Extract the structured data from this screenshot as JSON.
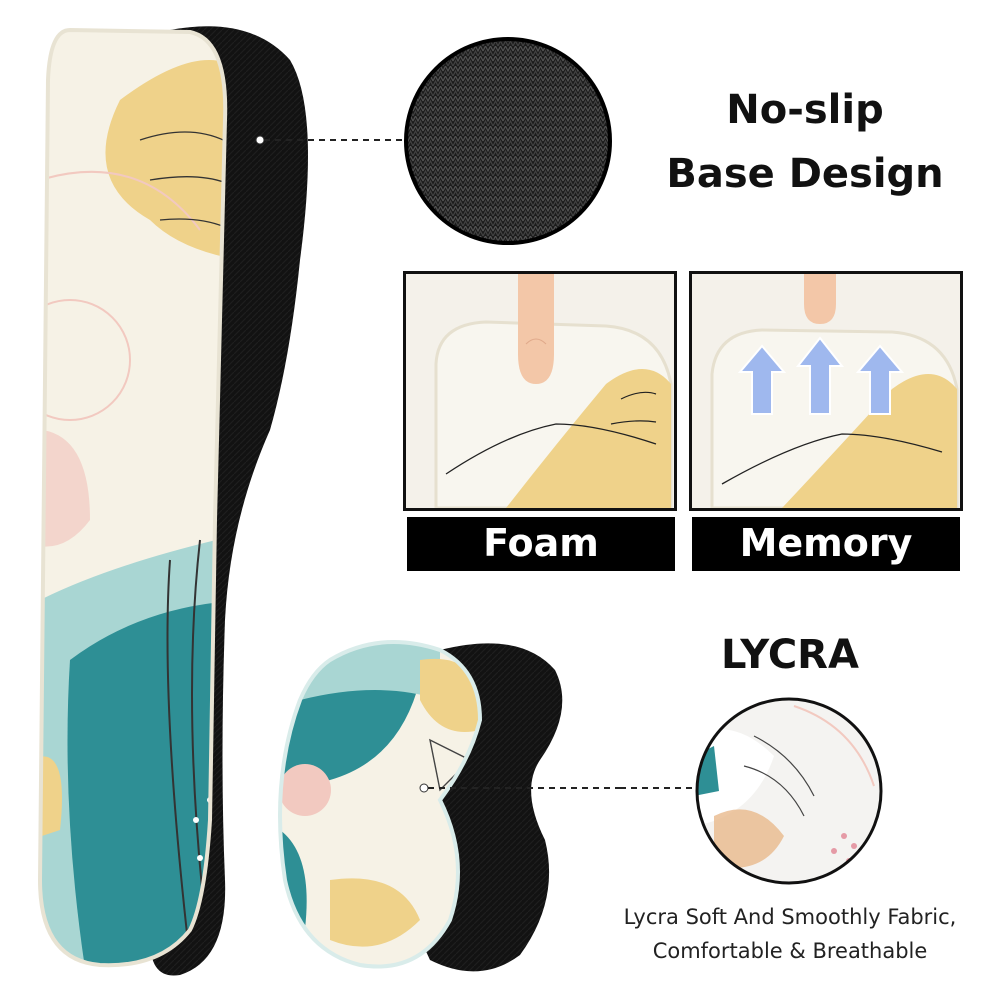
{
  "base": {
    "title_line1": "No-slip",
    "title_line2": "Base Design"
  },
  "comparison": {
    "left_label": "Foam",
    "right_label": "Memory"
  },
  "lycra": {
    "title": "LYCRA",
    "caption_line1": "Lycra Soft And Smoothly Fabric,",
    "caption_line2": "Comfortable & Breathable"
  },
  "colors": {
    "cream": "#f6f2e6",
    "mustard": "#efd28a",
    "teal": "#2e8f95",
    "mint": "#a9d6d3",
    "blush": "#f2c9c0",
    "black": "#111111"
  }
}
